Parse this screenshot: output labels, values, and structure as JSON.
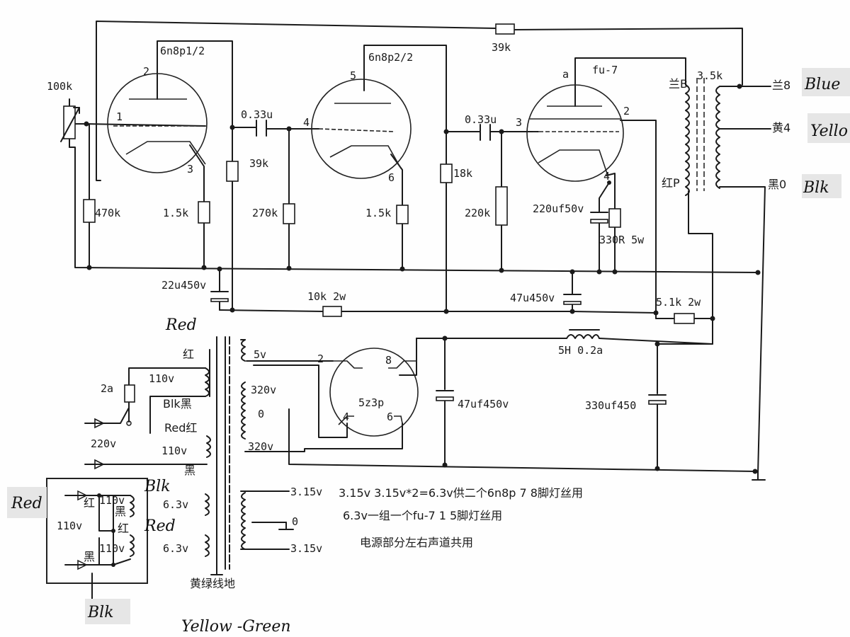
{
  "tubes": {
    "v1": {
      "name": "6n8p1/2",
      "pins": [
        "2",
        "1",
        "3"
      ]
    },
    "v2": {
      "name": "6n8p2/2",
      "pins": [
        "5",
        "4",
        "6"
      ]
    },
    "v3": {
      "name": "fu-7",
      "pins": [
        "a",
        "2",
        "3",
        "4"
      ]
    },
    "rect": {
      "name": "5z3p",
      "pins": [
        "2",
        "8",
        "4",
        "6"
      ]
    }
  },
  "components": {
    "pot": "100k",
    "r_470k": "470k",
    "r_1k5_a": "1.5k",
    "c_033_a": "0.33u",
    "r_39k_a": "39k",
    "r_270k": "270k",
    "r_1k5_b": "1.5k",
    "c_033_b": "0.33u",
    "r_18k": "18k",
    "r_220k": "220k",
    "c_220uf": "220uf50v",
    "r_330": "330R  5w",
    "r_39k_fb": "39k",
    "c_22u": "22u450v",
    "r_10k": "10k  2w",
    "c_47u": "47u450v",
    "r_5k1": "5.1k  2w",
    "choke": "5H  0.2a",
    "c_47uf": "47uf450v",
    "c_330uf": "330uf450",
    "fuse": "2a",
    "mains": "220v"
  },
  "output_transformer": {
    "impedance": "3.5k",
    "primary_b": "兰B",
    "primary_p": "红P",
    "tap_8": "兰8",
    "tap_4": "黄4",
    "tap_0": "黑0",
    "hand_8": "Blue",
    "hand_4": "Yello",
    "hand_0": "Blk"
  },
  "power_transformer": {
    "pri_110_a": "110v",
    "pri_110_b": "110v",
    "red_1": "红",
    "black_1": "Blk黑",
    "red_2": "Red红",
    "black_2": "黑",
    "hand_red_top": "Red",
    "sec_5v": "5v",
    "sec_320a": "320v",
    "sec_0": "0",
    "sec_320b": "320v",
    "sec_63a": "6.3v",
    "sec_63b": "6.3v",
    "heater_315a": "3.15v",
    "heater_0": "0",
    "heater_315b": "3.15v",
    "ground_label": "黄绿线地",
    "hand_ground": "Yellow -Green"
  },
  "inset": {
    "red": "红",
    "v110_a": "110v",
    "black_a": "黑",
    "red_b": "红",
    "v110_b": "110v",
    "v110_left": "110v",
    "black_b": "黑",
    "hand_red_left": "Red",
    "hand_red_mid": "Red",
    "hand_blk_top": "Blk",
    "hand_blk_bottom": "Blk"
  },
  "notes": [
    "3.15v 3.15v*2=6.3v供二个6n8p 7 8脚灯丝用",
    "6.3v一组一个fu-7 1 5脚灯丝用",
    "电源部分左右声道共用"
  ]
}
